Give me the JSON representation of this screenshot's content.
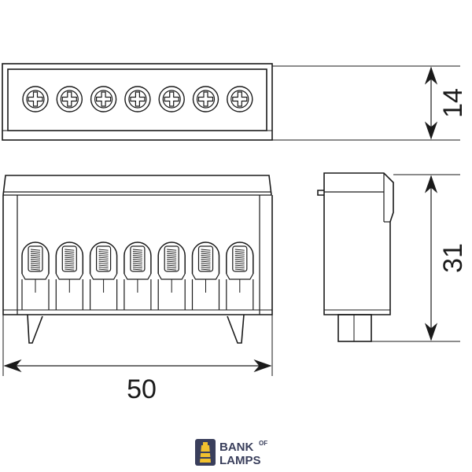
{
  "dimensions": {
    "height_top_view": "14",
    "height_side_view": "31",
    "width_front_view": "50"
  },
  "terminal_count": 7,
  "logo": {
    "line1": "BANK",
    "superscript": "OF",
    "line2": "LAMPS",
    "color": "#3a3f5c",
    "icon": "lighthouse-icon"
  },
  "colors": {
    "stroke": "#1a1a1a",
    "background": "#ffffff"
  }
}
